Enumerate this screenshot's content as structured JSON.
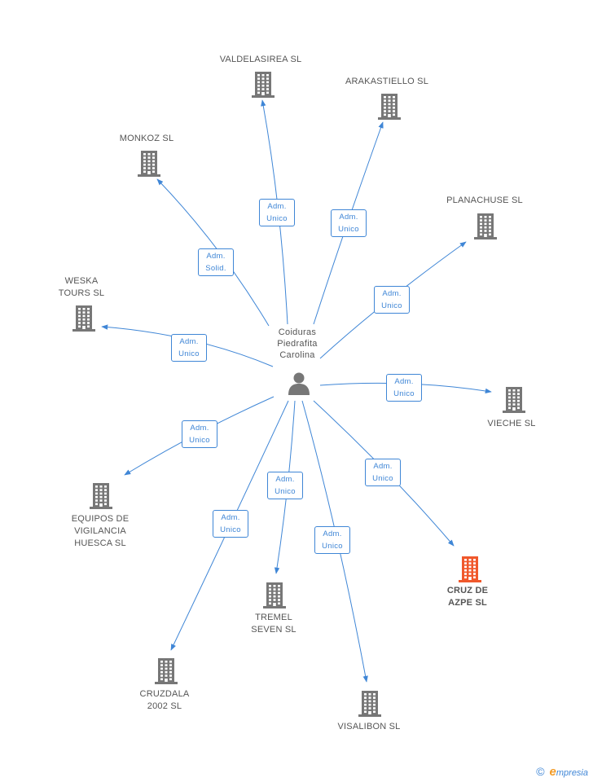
{
  "center": {
    "name": "Coiduras\nPiedrafita\nCarolina",
    "icon": "person-icon"
  },
  "colors": {
    "edge": "#3f86d6",
    "building": "#777777",
    "focus_building": "#f0582b"
  },
  "nodes": [
    {
      "id": "valdelasirea",
      "label": "VALDELASIREA SL",
      "icon": "building-icon",
      "focus": false
    },
    {
      "id": "arakastiello",
      "label": "ARAKASTIELLO SL",
      "icon": "building-icon",
      "focus": false
    },
    {
      "id": "monkoz",
      "label": "MONKOZ SL",
      "icon": "building-icon",
      "focus": false
    },
    {
      "id": "planachuse",
      "label": "PLANACHUSE SL",
      "icon": "building-icon",
      "focus": false
    },
    {
      "id": "weska",
      "label": "WESKA\nTOURS SL",
      "icon": "building-icon",
      "focus": false
    },
    {
      "id": "vieche",
      "label": "VIECHE SL",
      "icon": "building-icon",
      "focus": false
    },
    {
      "id": "equipos",
      "label": "EQUIPOS DE\nVIGILANCIA\nHUESCA SL",
      "icon": "building-icon",
      "focus": false
    },
    {
      "id": "cruz",
      "label": "CRUZ DE\nAZPE SL",
      "icon": "building-icon",
      "focus": true
    },
    {
      "id": "tremel",
      "label": "TREMEL\nSEVEN  SL",
      "icon": "building-icon",
      "focus": false
    },
    {
      "id": "cruzdala",
      "label": "CRUZDALA\n2002 SL",
      "icon": "building-icon",
      "focus": false
    },
    {
      "id": "visalibon",
      "label": "VISALIBON SL",
      "icon": "building-icon",
      "focus": false
    }
  ],
  "edges": [
    {
      "to": "valdelasirea",
      "role": "Adm.\nUnico"
    },
    {
      "to": "arakastiello",
      "role": "Adm.\nUnico"
    },
    {
      "to": "monkoz",
      "role": "Adm.\nSolid."
    },
    {
      "to": "planachuse",
      "role": "Adm.\nUnico"
    },
    {
      "to": "weska",
      "role": "Adm.\nUnico"
    },
    {
      "to": "vieche",
      "role": "Adm.\nUnico"
    },
    {
      "to": "equipos",
      "role": "Adm.\nUnico"
    },
    {
      "to": "cruz",
      "role": "Adm.\nUnico"
    },
    {
      "to": "tremel",
      "role": "Adm.\nUnico"
    },
    {
      "to": "cruzdala",
      "role": "Adm.\nUnico"
    },
    {
      "to": "visalibon",
      "role": "Adm.\nUnico"
    }
  ],
  "watermark": {
    "copyright": "©",
    "brand_first": "e",
    "brand_rest": "mpresia"
  }
}
